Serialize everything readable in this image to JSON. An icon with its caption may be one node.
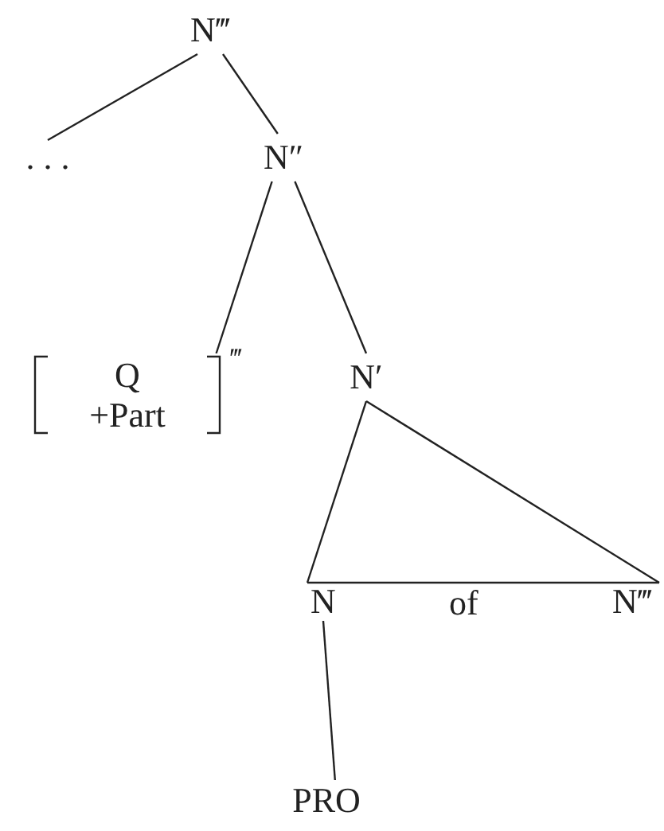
{
  "diagram": {
    "nodes": [
      {
        "text": [
          "N‴"
        ]
      },
      {
        "text": [
          ". . ."
        ]
      },
      {
        "text": [
          "N″"
        ]
      },
      {
        "text": [
          "Q",
          "+Part"
        ],
        "beside": [
          "‴"
        ]
      },
      {
        "text": [
          "N′"
        ]
      },
      {
        "text": [
          "N"
        ]
      },
      {
        "text": [
          "N‴"
        ]
      },
      {
        "text": [
          "PRO"
        ]
      }
    ],
    "edges": [
      {
        "from": 0,
        "to": 1,
        "arrow": "none"
      },
      {
        "from": 0,
        "to": 2,
        "arrow": "none"
      },
      {
        "from": 2,
        "to": 3,
        "arrow": "none"
      },
      {
        "from": 2,
        "to": 4,
        "arrow": "none"
      },
      {
        "from": 4,
        "to": 5,
        "arrow": "none"
      },
      {
        "from": 4,
        "to": 6,
        "arrow": "none"
      },
      {
        "from": 5,
        "to": 7,
        "arrow": "none"
      }
    ],
    "labels": [
      "of"
    ]
  }
}
